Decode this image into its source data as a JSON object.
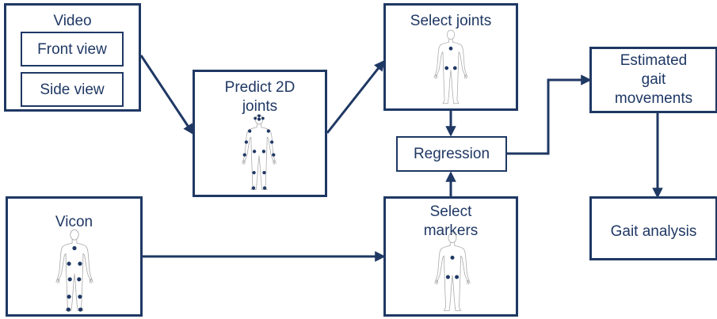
{
  "nodes": {
    "video": {
      "title": "Video",
      "front_view": "Front view",
      "side_view": "Side view"
    },
    "predict": {
      "line1": "Predict 2D",
      "line2": "joints"
    },
    "select_joints": {
      "label": "Select joints"
    },
    "regression": {
      "label": "Regression"
    },
    "estimated": {
      "line1": "Estimated",
      "line2": "gait",
      "line3": "movements"
    },
    "vicon": {
      "label": "Vicon"
    },
    "select_markers": {
      "line1": "Select",
      "line2": "markers"
    },
    "gait_analysis": {
      "label": "Gait analysis"
    }
  },
  "colors": {
    "box_border": "#1f3864",
    "arrow": "#1f3864",
    "text": "#1f3864",
    "figure_outline": "#a8a8a8",
    "marker_dot": "#1f3864"
  },
  "icons": {
    "body_figure": "human-body-outline-icon",
    "markers": "joint-marker-dot"
  }
}
